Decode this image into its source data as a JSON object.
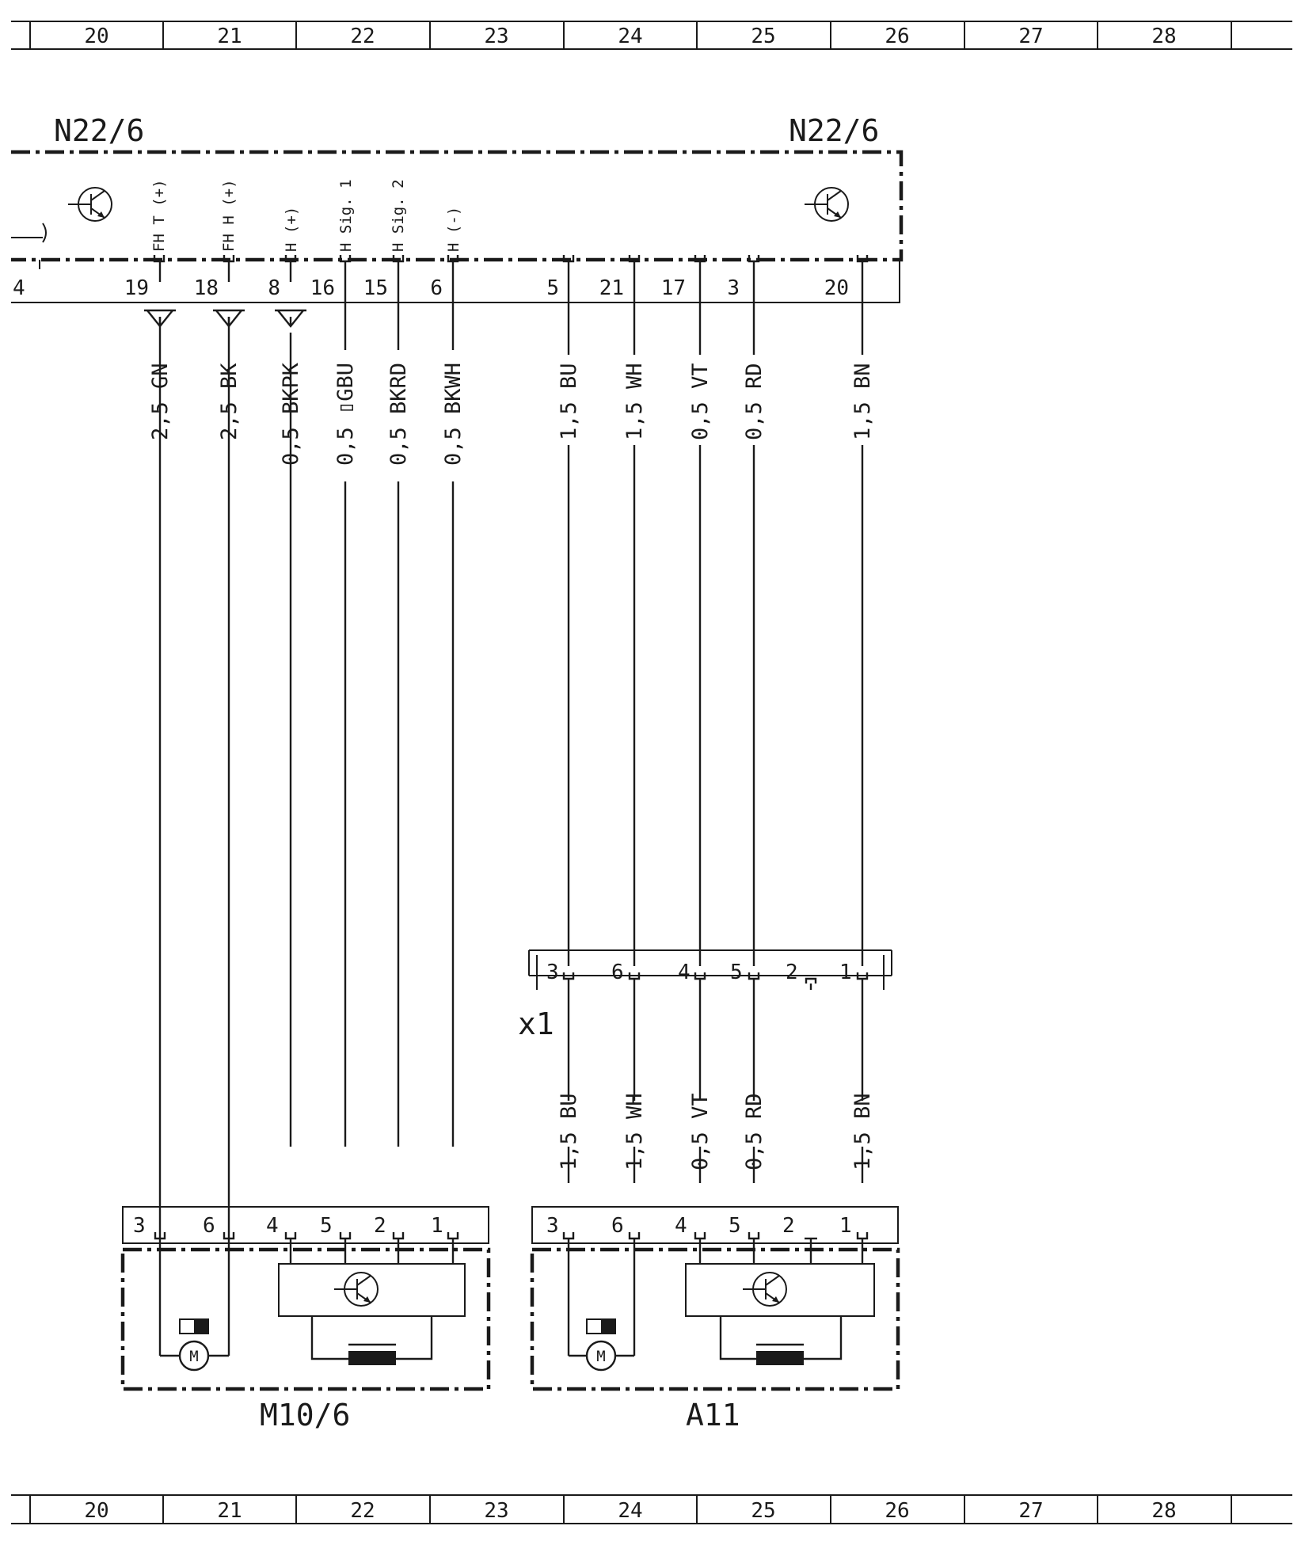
{
  "grid": {
    "top": [
      "20",
      "21",
      "22",
      "23",
      "24",
      "25",
      "26",
      "27",
      "28"
    ],
    "bottom": [
      "20",
      "21",
      "22",
      "23",
      "24",
      "25",
      "26",
      "27",
      "28"
    ]
  },
  "components": {
    "control_unit_left_label": "N22/6",
    "control_unit_right_label": "N22/6",
    "connector_label": "x1",
    "motor_left_label": "M10/6",
    "motor_right_label": "A11",
    "edge_pin": "4"
  },
  "control_unit_pins": [
    {
      "pin": "19",
      "function": "FH T (+)",
      "wire": "2,5 GN",
      "ground": true
    },
    {
      "pin": "18",
      "function": "FH H (+)",
      "wire": "2,5 BK",
      "ground": true
    },
    {
      "pin": "8",
      "function": "H (+)",
      "wire": "0,5 BKPK",
      "ground": true
    },
    {
      "pin": "16",
      "function": "H Sig. 1",
      "wire": "0,5 ▯GBU",
      "ground": false
    },
    {
      "pin": "15",
      "function": "H Sig. 2",
      "wire": "0,5 BKRD",
      "ground": false
    },
    {
      "pin": "6",
      "function": "H (-)",
      "wire": "0,5 BKWH",
      "ground": false
    },
    {
      "pin": "5",
      "function": "",
      "wire": "1,5 BU",
      "ground": false
    },
    {
      "pin": "21",
      "function": "",
      "wire": "1,5 WH",
      "ground": false
    },
    {
      "pin": "17",
      "function": "",
      "wire": "0,5 VT",
      "ground": false
    },
    {
      "pin": "3",
      "function": "",
      "wire": "0,5 RD",
      "ground": false
    },
    {
      "pin": "20",
      "function": "",
      "wire": "1,5 BN",
      "ground": false
    }
  ],
  "connector_x1_pins": [
    "3",
    "6",
    "4",
    "5",
    "2",
    "1"
  ],
  "lower_wires": [
    "1,5 BU",
    "1,5 WH",
    "0,5 VT",
    "0,5 RD",
    "1,5 BN"
  ],
  "motor_left_pins": [
    "3",
    "6",
    "4",
    "5",
    "2",
    "1"
  ],
  "motor_right_pins": [
    "3",
    "6",
    "4",
    "5",
    "2",
    "1"
  ],
  "motor_symbol": "M"
}
